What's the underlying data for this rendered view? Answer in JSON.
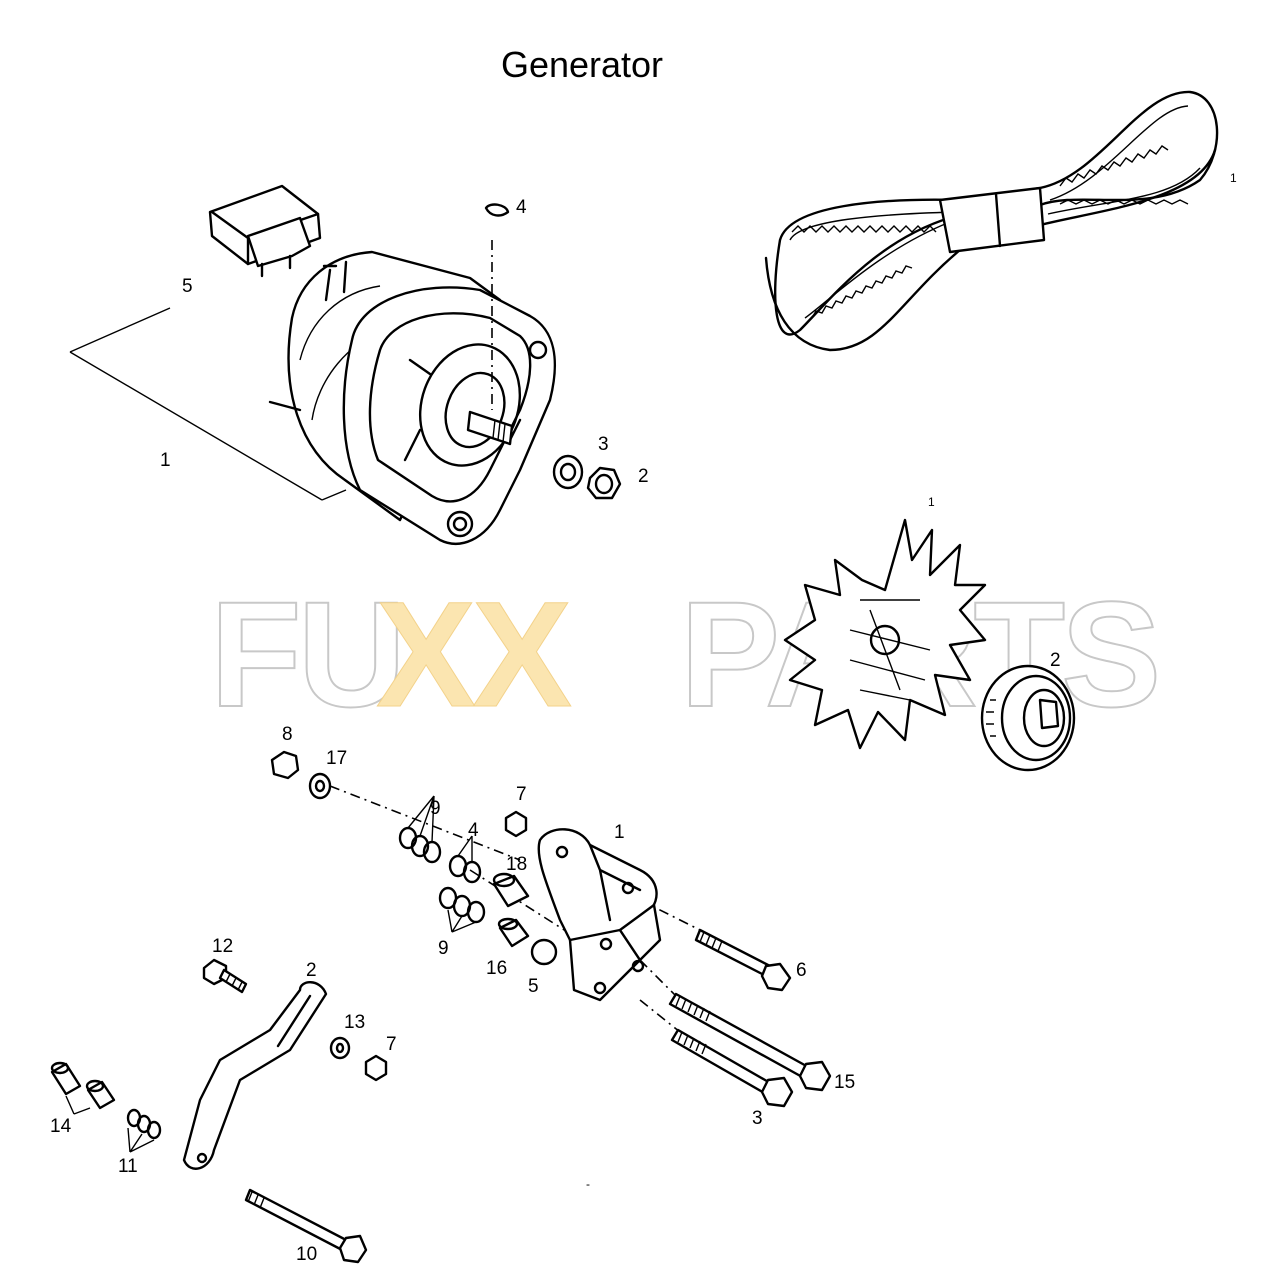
{
  "title": "Generator",
  "watermark": {
    "part1": "FU",
    "part2": "XX",
    "part3": "PARTS"
  },
  "alternator_group": {
    "labels": [
      "5",
      "4",
      "1",
      "3",
      "2"
    ]
  },
  "belt_group": {
    "labels": [
      "1"
    ]
  },
  "fan_group": {
    "labels": [
      "1",
      "2"
    ]
  },
  "bracket_group": {
    "labels": [
      "8",
      "17",
      "9",
      "4",
      "7",
      "1",
      "18",
      "9",
      "16",
      "5",
      "6",
      "15",
      "3",
      "12",
      "2",
      "13",
      "7",
      "14",
      "11",
      "10"
    ]
  },
  "footer_mark": "-"
}
